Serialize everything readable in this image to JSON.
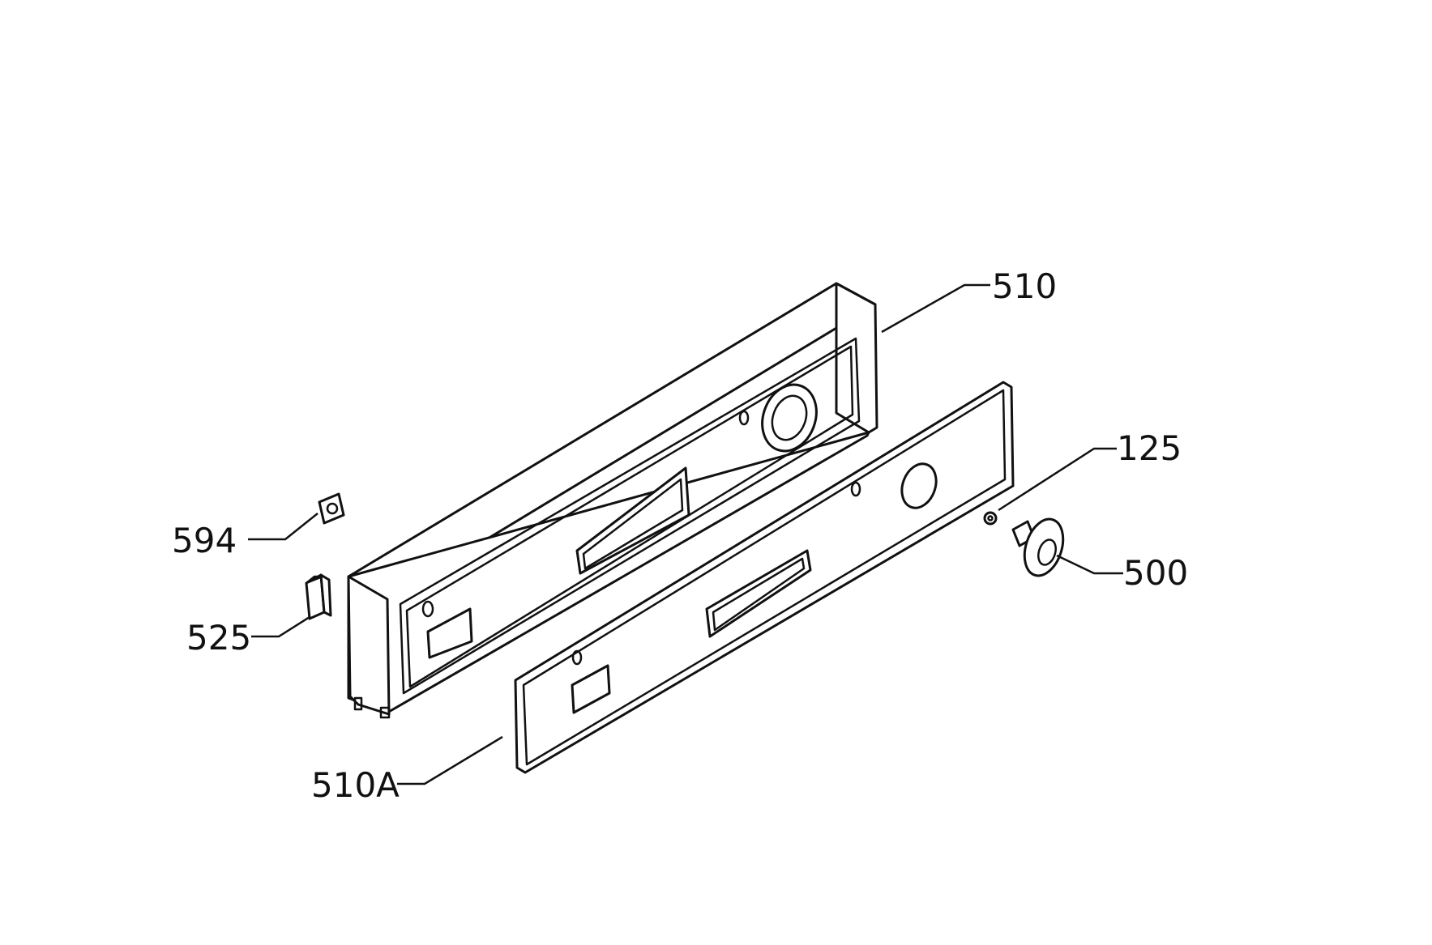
{
  "callouts": {
    "p510": "510",
    "p510a": "510A",
    "p125": "125",
    "p500": "500",
    "p594": "594",
    "p525": "525"
  },
  "colors": {
    "line": "#111111",
    "background": "#ffffff"
  }
}
